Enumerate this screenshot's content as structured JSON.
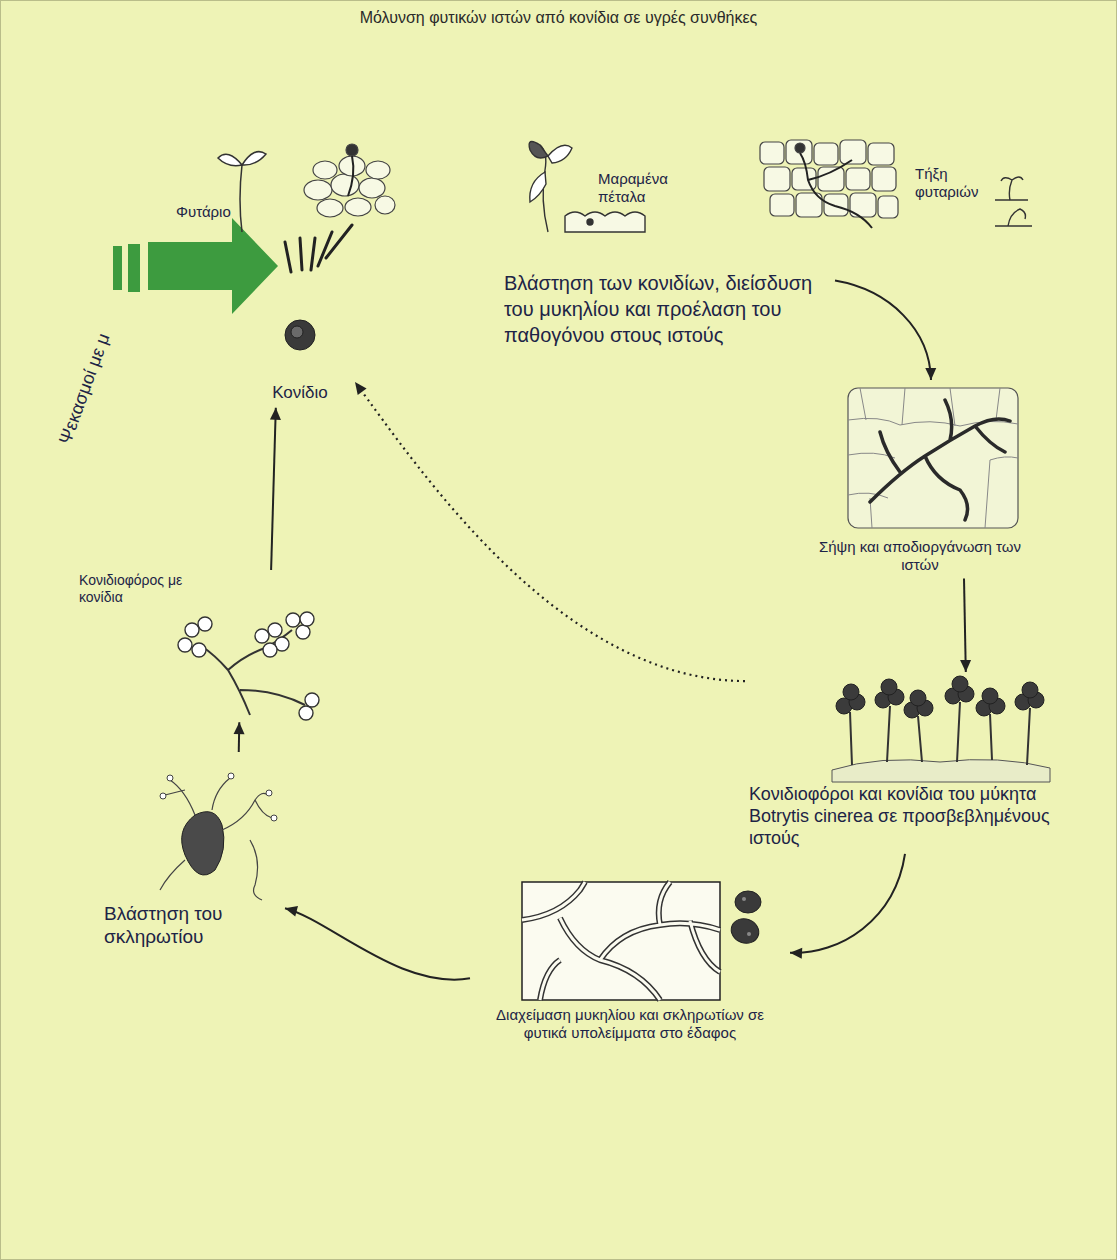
{
  "diagram": {
    "title": "Μόλυνση φυτικών ιστών από κονίδια σε υγρές συνθήκες",
    "nodes": [
      {
        "text": [
          "Κονίδιο"
        ]
      },
      {
        "text": [
          "Βλάστηση των κονιδίων, διείσδυση του μυκηλίου και προέλαση του παθογόνου στους ιστούς"
        ]
      },
      {
        "text": [
          "Σήψη και αποδιοργάνωση των ιστών"
        ]
      },
      {
        "text": [
          "Κονιδιοφόροι και κονίδια του μύκητα Botrytis cinerea σε προσβεβλημένους ιστούς"
        ]
      },
      {
        "text": [
          "Διαχείμαση μυκηλίου και σκληρωτίων σε φυτικά υπολείμματα στο έδαφος"
        ]
      },
      {
        "text": [
          "Βλάστηση του σκληρωτίου"
        ]
      },
      {
        "text": [
          "Κονιδιοφόρος με κονίδια"
        ]
      }
    ],
    "edges": [
      {
        "from": 1,
        "to": 2,
        "arrow": "to"
      },
      {
        "from": 2,
        "to": 3,
        "arrow": "to"
      },
      {
        "from": 3,
        "to": 4,
        "arrow": "to"
      },
      {
        "from": 4,
        "to": 5,
        "arrow": "to"
      },
      {
        "from": 5,
        "to": 6,
        "arrow": "to"
      },
      {
        "from": 6,
        "to": 0,
        "arrow": "to"
      },
      {
        "from": 3,
        "to": 0,
        "arrow": "to"
      }
    ],
    "labels": [
      "Φυτάριο",
      "Ψεκασμοί με μ",
      "Μαραμένα πέταλα",
      "Τήξη φυταριών"
    ]
  }
}
